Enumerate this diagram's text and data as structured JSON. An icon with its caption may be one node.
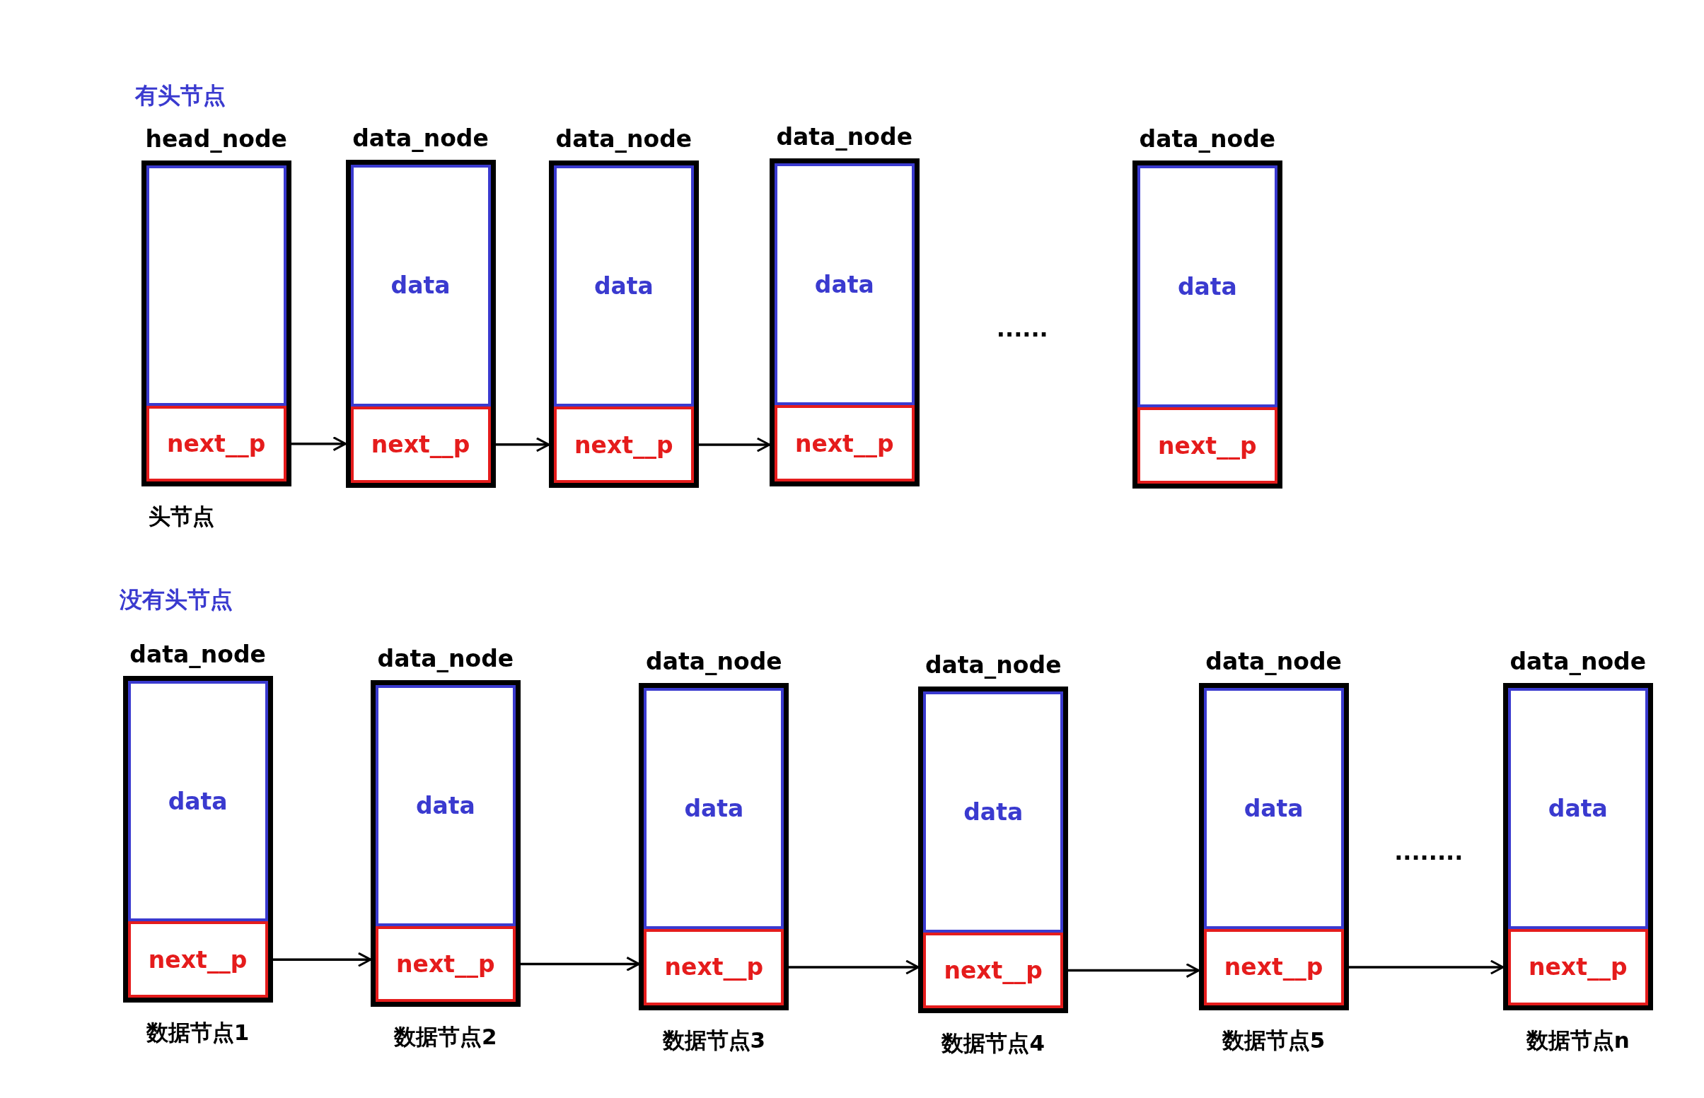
{
  "diagram": {
    "nodes": [
      {
        "text": [
          "head_node"
        ],
        "beside": [
          "头节点"
        ]
      },
      {
        "text": [],
        "shape": "box",
        "in": 0
      },
      {
        "text": [
          "next__p"
        ],
        "in": 0
      },
      {
        "text": [
          "data_node"
        ]
      },
      {
        "text": [
          "data"
        ],
        "in": 3
      },
      {
        "text": [
          "next__p"
        ],
        "in": 3
      },
      {
        "text": [
          "data_node"
        ]
      },
      {
        "text": [
          "data"
        ],
        "in": 6
      },
      {
        "text": [
          "next__p"
        ],
        "in": 6
      },
      {
        "text": [
          "data_node"
        ]
      },
      {
        "text": [
          "data"
        ],
        "in": 9
      },
      {
        "text": [
          "next__p"
        ],
        "in": 9
      },
      {
        "text": [
          "data_node"
        ]
      },
      {
        "text": [
          "data"
        ],
        "in": 12
      },
      {
        "text": [
          "next__p"
        ],
        "in": 12
      },
      {
        "text": [
          "data_node"
        ],
        "beside": [
          "数据节点1"
        ]
      },
      {
        "text": [
          "data"
        ],
        "in": 15
      },
      {
        "text": [
          "next__p"
        ],
        "in": 15
      },
      {
        "text": [
          "data_node"
        ],
        "beside": [
          "数据节点2"
        ]
      },
      {
        "text": [
          "data"
        ],
        "in": 18
      },
      {
        "text": [
          "next__p"
        ],
        "in": 18
      },
      {
        "text": [
          "data_node"
        ],
        "beside": [
          "数据节点3"
        ]
      },
      {
        "text": [
          "data"
        ],
        "in": 21
      },
      {
        "text": [
          "next__p"
        ],
        "in": 21
      },
      {
        "text": [
          "data_node"
        ],
        "beside": [
          "数据节点4"
        ]
      },
      {
        "text": [
          "data"
        ],
        "in": 24
      },
      {
        "text": [
          "next__p"
        ],
        "in": 24
      },
      {
        "text": [
          "data_node"
        ],
        "beside": [
          "数据节点5"
        ]
      },
      {
        "text": [
          "data"
        ],
        "in": 27
      },
      {
        "text": [
          "next__p"
        ],
        "in": 27
      },
      {
        "text": [
          "data_node"
        ],
        "beside": [
          "数据节点n"
        ]
      },
      {
        "text": [
          "data"
        ],
        "in": 30
      },
      {
        "text": [
          "next__p"
        ],
        "in": 30
      }
    ],
    "edges": [
      {
        "from": 2,
        "to": 3,
        "arrow": "to"
      },
      {
        "from": 5,
        "to": 6,
        "arrow": "to"
      },
      {
        "from": 8,
        "to": 9,
        "arrow": "to"
      },
      {
        "from": 17,
        "to": 18,
        "arrow": "to"
      },
      {
        "from": 20,
        "to": 21,
        "arrow": "to"
      },
      {
        "from": 23,
        "to": 24,
        "arrow": "to"
      },
      {
        "from": 26,
        "to": 27,
        "arrow": "to"
      },
      {
        "from": 29,
        "to": 30,
        "arrow": "to"
      }
    ],
    "labels": [
      "有头节点",
      "......",
      "没有头节点",
      "........"
    ]
  }
}
